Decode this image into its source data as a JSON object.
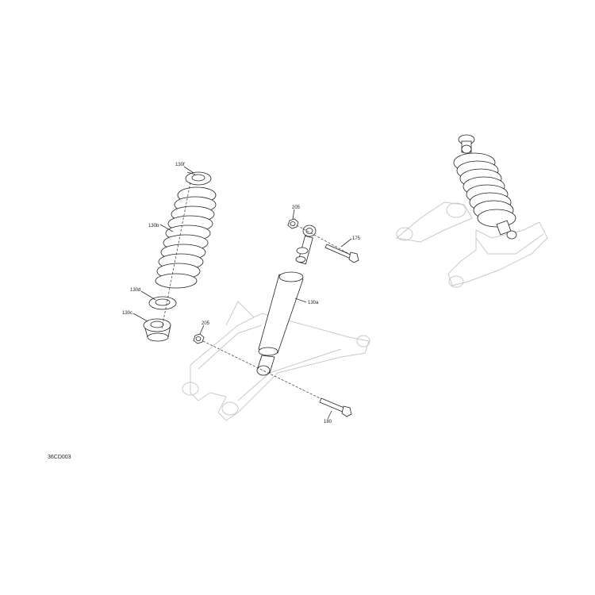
{
  "callouts": {
    "c130f": "130f",
    "c130b": "130b",
    "c130d": "130d",
    "c130c": "130c",
    "c205a": "205",
    "c175": "175",
    "c130a": "130a",
    "c205b": "205",
    "c180": "180"
  },
  "drawing_id": "36CD003"
}
